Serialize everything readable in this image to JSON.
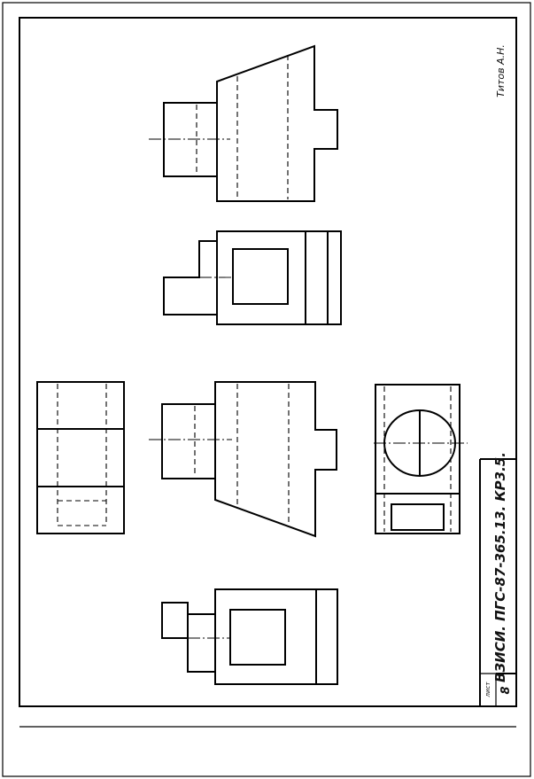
{
  "drawing": {
    "author": "Титов А.Н.",
    "designation": "ВЗИСИ. ПГС-87-365.13. КР3.5.",
    "sheet_label": "лист",
    "sheet_number": "8"
  },
  "colors": {
    "ink": "#000000",
    "paper": "#ffffff"
  }
}
